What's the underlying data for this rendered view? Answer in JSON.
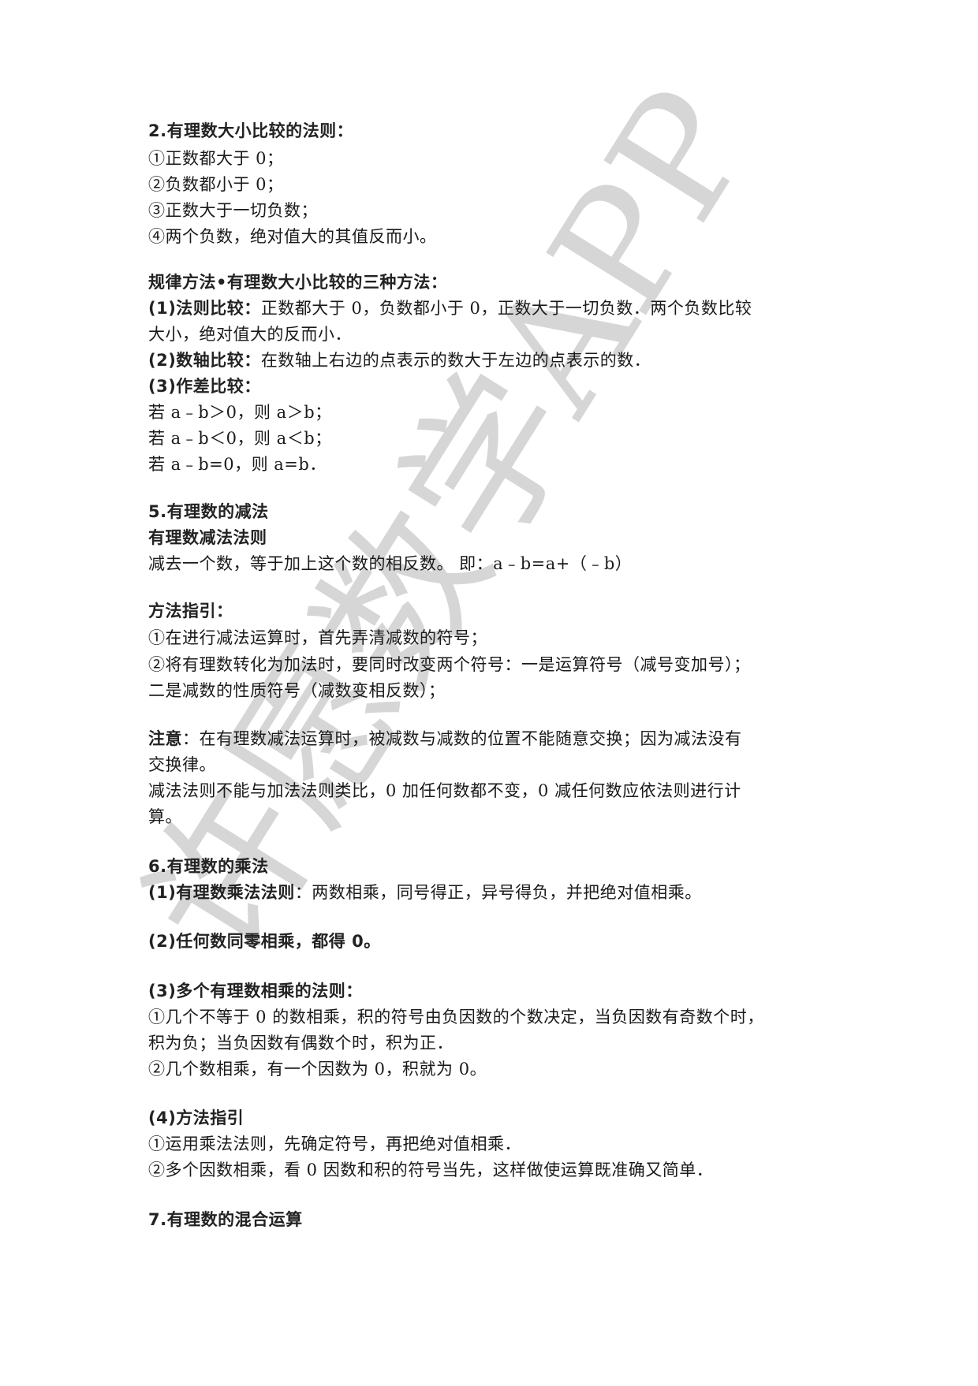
{
  "watermark": "许愿数学APP",
  "sections": {
    "s2": {
      "heading": "2.有理数大小比较的法则：",
      "items": [
        "①正数都大于 0；",
        "②负数都小于 0；",
        "③正数大于一切负数；",
        "④两个负数，绝对值大的其值反而小。"
      ]
    },
    "method": {
      "heading": "规律方法•有理数大小比较的三种方法：",
      "m1_label": "(1)法则比较：",
      "m1_text": "正数都大于 0，负数都小于 0，正数大于一切负数．两个负数比较",
      "m1_cont": "大小，绝对值大的反而小．",
      "m2_label": "(2)数轴比较：",
      "m2_text": "在数轴上右边的点表示的数大于左边的点表示的数．",
      "m3_label": "(3)作差比较：",
      "m3_lines": [
        "若 a﹣b＞0，则 a＞b；",
        "若 a﹣b＜0，则 a＜b；",
        "若 a﹣b=0，则 a=b．"
      ]
    },
    "s5": {
      "heading": "5.有理数的减法",
      "subheading": "有理数减法法则",
      "rule": "减去一个数，等于加上这个数的相反数。 即：a﹣b=a+（﹣b）",
      "guide_heading": "方法指引：",
      "guide_items": [
        "①在进行减法运算时，首先弄清减数的符号；",
        "②将有理数转化为加法时，要同时改变两个符号：一是运算符号（减号变加号）；",
        "二是减数的性质符号（减数变相反数）；"
      ],
      "note_label": "注意",
      "note_text": "：在有理数减法运算时，被减数与减数的位置不能随意交换；因为减法没有",
      "note_cont": "交换律。",
      "note2": "减法法则不能与加法法则类比，0 加任何数都不变，0 减任何数应依法则进行计",
      "note2_cont": "算。"
    },
    "s6": {
      "heading": "6.有理数的乘法",
      "p1_label": "(1)有理数乘法法则",
      "p1_text": "：两数相乘，同号得正，异号得负，并把绝对值相乘。",
      "p2": "(2)任何数同零相乘，都得 0。",
      "p3_heading": "(3)多个有理数相乘的法则：",
      "p3_items": [
        "①几个不等于 0 的数相乘，积的符号由负因数的个数决定，当负因数有奇数个时，",
        "积为负；当负因数有偶数个时，积为正．",
        "②几个数相乘，有一个因数为 0，积就为 0。"
      ],
      "p4_heading": "(4)方法指引",
      "p4_items": [
        "①运用乘法法则，先确定符号，再把绝对值相乘．",
        "②多个因数相乘，看 0 因数和积的符号当先，这样做使运算既准确又简单．"
      ]
    },
    "s7": {
      "heading": "7.有理数的混合运算"
    }
  }
}
